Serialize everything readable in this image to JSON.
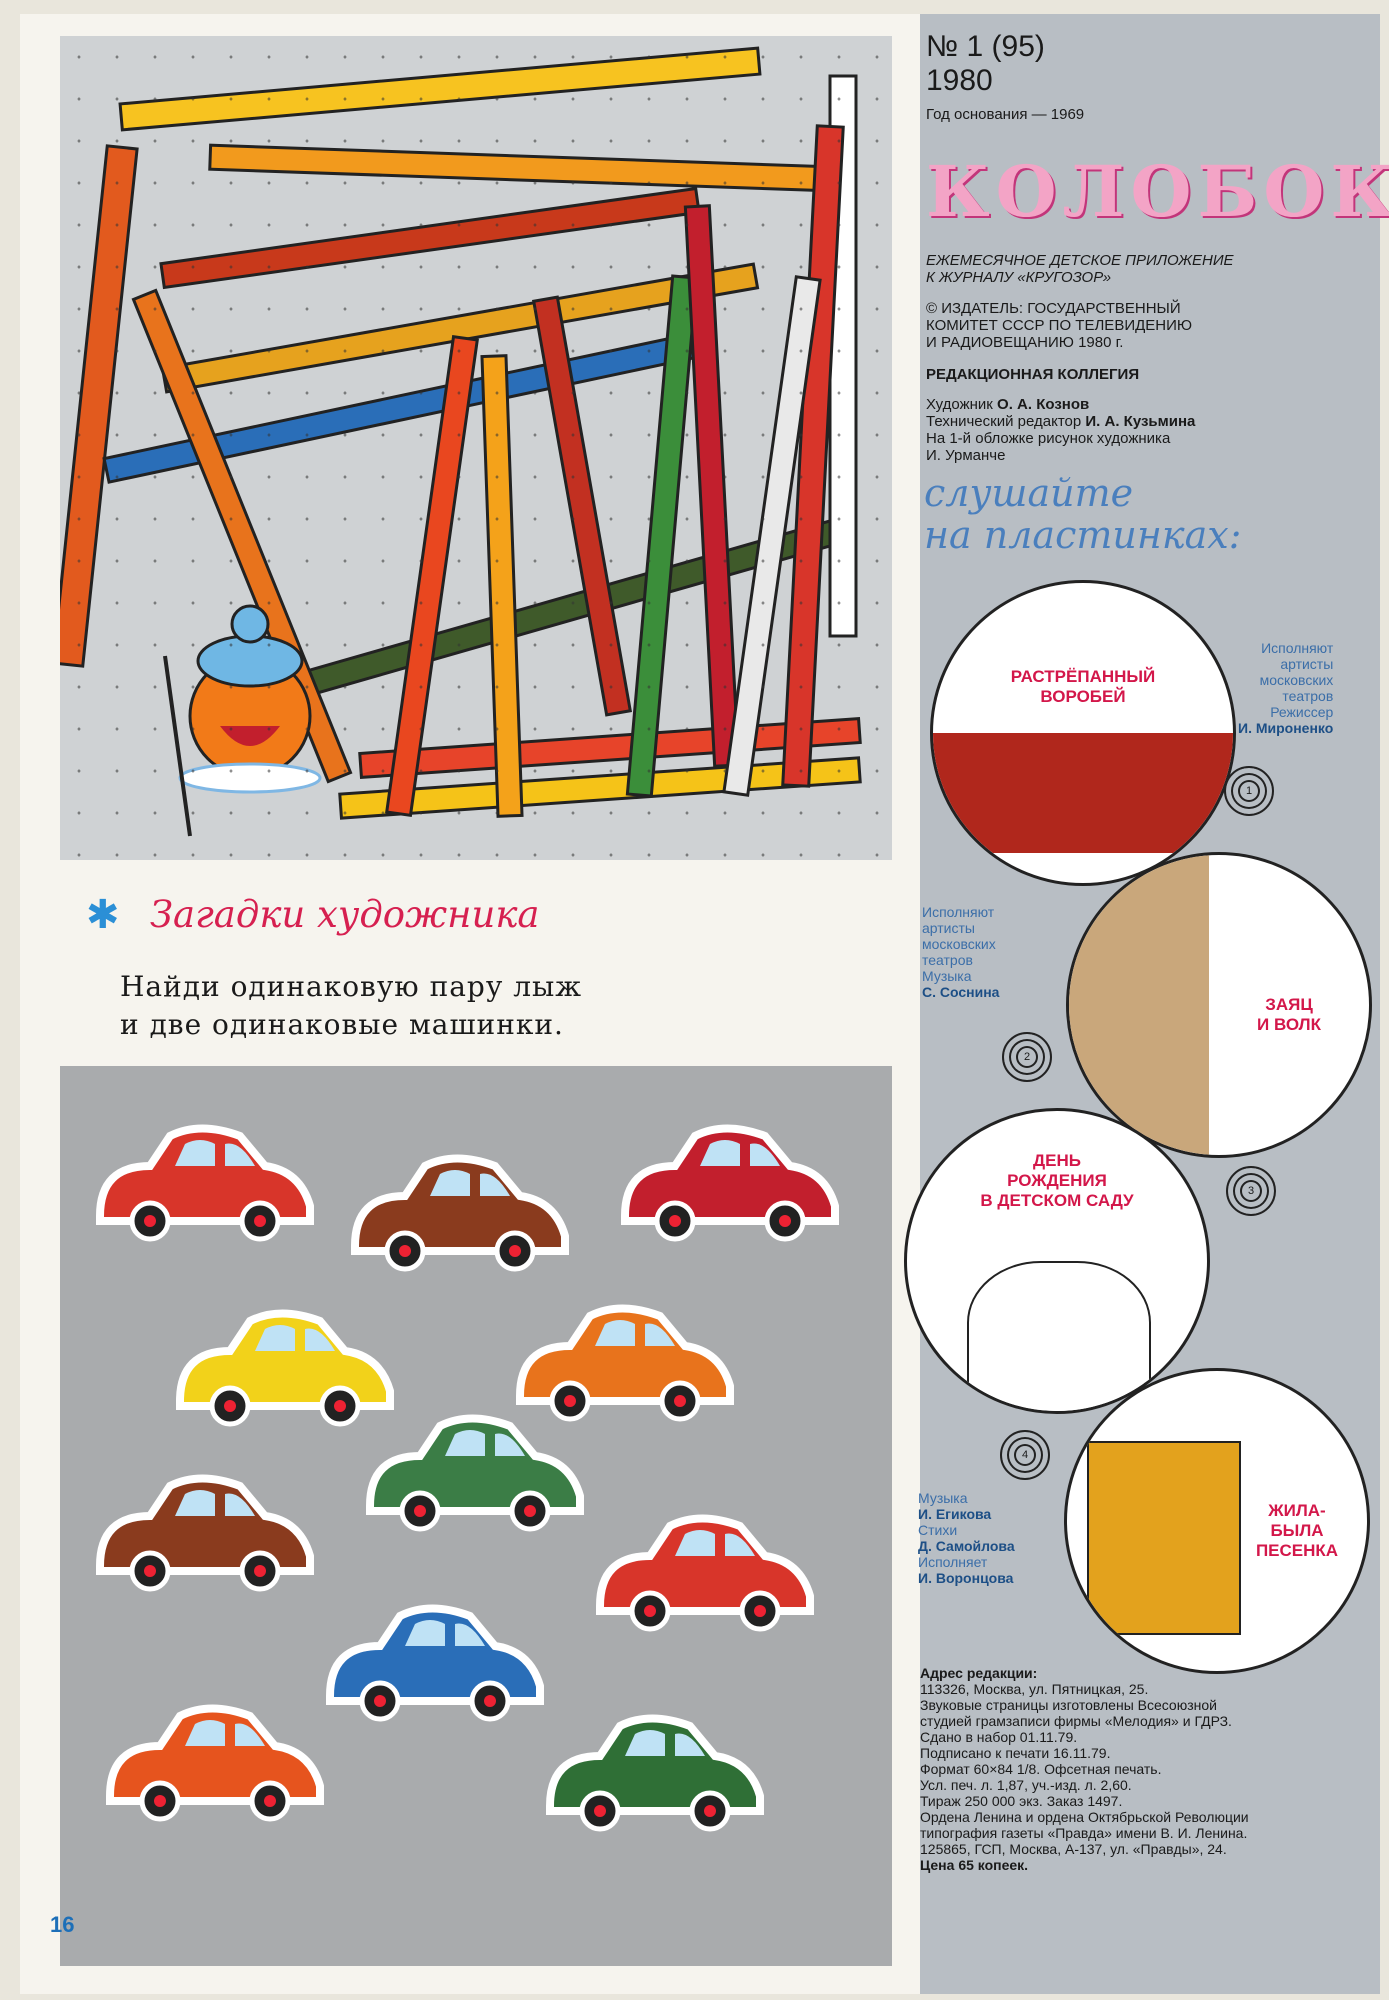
{
  "issue": {
    "number": "№ 1 (95)",
    "year": "1980",
    "founded": "Год основания — 1969"
  },
  "logo": "КОЛОБОК",
  "subtitle": [
    "ЕЖЕМЕСЯЧНОЕ ДЕТСКОЕ ПРИЛОЖЕНИЕ",
    "К ЖУРНАЛУ «КРУГОЗОР»"
  ],
  "publisher": [
    "© ИЗДАТЕЛЬ: ГОСУДАРСТВЕННЫЙ",
    "КОМИТЕТ СССР ПО ТЕЛЕВИДЕНИЮ",
    "И РАДИОВЕЩАНИЮ 1980 г."
  ],
  "board": {
    "title": "РЕДАКЦИОННАЯ КОЛЛЕГИЯ",
    "l1": "Художник",
    "n1": "О. А. Кознов",
    "l2": "Технический редактор",
    "n2": "И. А. Кузьмина",
    "l3": "На 1-й обложке рисунок художника",
    "l4": "И. Урманче"
  },
  "listen": [
    "слушайте",
    "на пластинках:"
  ],
  "records": [
    {
      "title": [
        "РАСТРЁПАННЫЙ",
        "ВОРОБЕЙ"
      ],
      "credit": [
        "Исполняют",
        "артисты",
        "московских",
        "театров",
        "Режиссер"
      ],
      "name": "И. Мироненко",
      "num": "1"
    },
    {
      "title": [
        "ЗАЯЦ",
        "И ВОЛК"
      ],
      "credit": [
        "Исполняют",
        "артисты",
        "московских",
        "театров",
        "Музыка"
      ],
      "name": "С. Соснина",
      "num": "2"
    },
    {
      "title": [
        "ДЕНЬ",
        "РОЖДЕНИЯ",
        "В ДЕТСКОМ САДУ"
      ],
      "num": "3"
    },
    {
      "title": [
        "ЖИЛА-",
        "БЫЛА",
        "ПЕСЕНКА"
      ],
      "credit": [
        "Музыка",
        "Стихи",
        "Исполняет"
      ],
      "names": [
        "И. Егикова",
        "Д. Самойлова",
        "И. Воронцова"
      ],
      "num": "4"
    }
  ],
  "section_title": "Загадки художника",
  "puzzle": [
    "Найди одинаковую пару лыж",
    "и две одинаковые машинки."
  ],
  "page_number": "16",
  "address": {
    "title": "Адрес редакции:",
    "lines": [
      "113326, Москва, ул. Пятницкая, 25.",
      "Звуковые страницы изготовлены Всесоюзной",
      "студией грамзаписи фирмы «Мелодия» и ГДРЗ.",
      "Сдано в набор 01.11.79.",
      "Подписано к печати 16.11.79.",
      "Формат 60×84 1/8. Офсетная печать.",
      "Усл. печ. л. 1,87, уч.-изд. л. 2,60.",
      "Тираж 250 000 экз. Заказ 1497.",
      "Ордена Ленина и ордена Октябрьской Революции",
      "типография газеты «Правда» имени В. И. Ленина.",
      "125865, ГСП, Москва, А-137, ул. «Правды», 24."
    ],
    "price": "Цена 65 копеек."
  },
  "colors": {
    "accent_pink": "#d3174a",
    "accent_blue": "#4a7fbd",
    "panel": "#b8bec4"
  }
}
